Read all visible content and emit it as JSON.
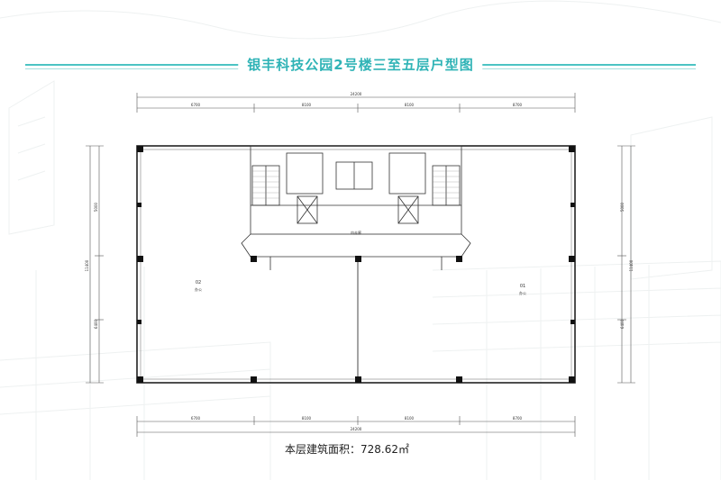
{
  "title": "银丰科技公园2号楼三至五层户型图",
  "area_caption": "本层建筑面积：728.62㎡",
  "dims_top_total": "24200",
  "dims_top_parts": [
    "6700",
    "8100",
    "8100",
    "8700"
  ],
  "dims_bottom_total": "24200",
  "dims_bottom_parts": [
    "6700",
    "8100",
    "8100",
    "8700"
  ],
  "dims_left": [
    "5000",
    "11400",
    "6400"
  ],
  "dims_right": [
    "5000",
    "11400",
    "6400"
  ],
  "unit_02": {
    "number": "02",
    "label": "办公"
  },
  "unit_01": {
    "number": "01",
    "label": "办公"
  },
  "corridor_label": "内走廊",
  "colors": {
    "accent": "#2fb3b6",
    "line": "#4cc3c3"
  }
}
